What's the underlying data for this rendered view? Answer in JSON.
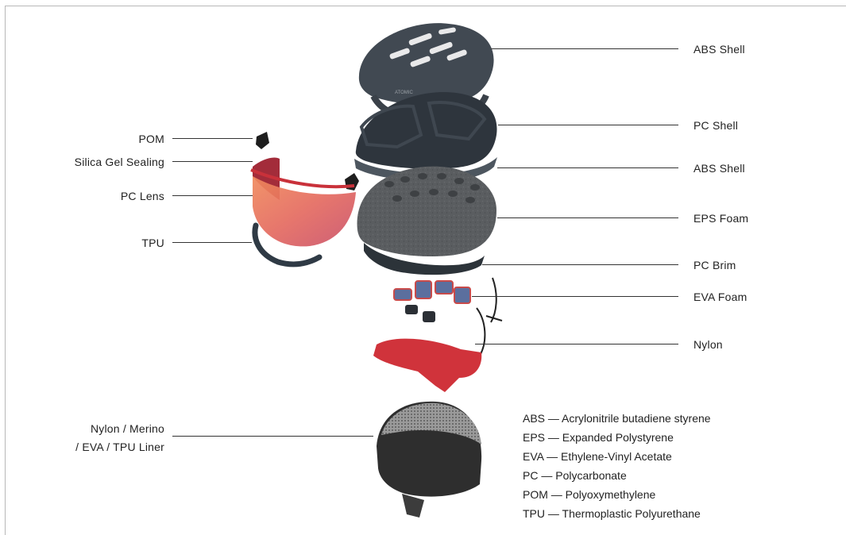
{
  "labels_right": [
    {
      "id": "abs-shell-top",
      "text": "ABS Shell"
    },
    {
      "id": "pc-shell",
      "text": "PC Shell"
    },
    {
      "id": "abs-shell-inner",
      "text": "ABS Shell"
    },
    {
      "id": "eps-foam",
      "text": "EPS Foam"
    },
    {
      "id": "pc-brim",
      "text": "PC Brim"
    },
    {
      "id": "eva-foam",
      "text": "EVA Foam"
    },
    {
      "id": "nylon",
      "text": "Nylon"
    }
  ],
  "labels_left": [
    {
      "id": "pom",
      "text": "POM"
    },
    {
      "id": "silica-gel-sealing",
      "text": "Silica Gel Sealing"
    },
    {
      "id": "pc-lens",
      "text": "PC Lens"
    },
    {
      "id": "tpu",
      "text": "TPU"
    },
    {
      "id": "liner-line1",
      "text": "Nylon / Merino"
    },
    {
      "id": "liner-line2",
      "text": "/ EVA / TPU Liner"
    }
  ],
  "legend": [
    "ABS — Acrylonitrile butadiene styrene",
    "EPS — Expanded Polystyrene",
    "EVA — Ethylene-Vinyl Acetate",
    "PC — Polycarbonate",
    "POM — Polyoxymethylene",
    "TPU — Thermoplastic Polyurethane"
  ],
  "colors": {
    "shell": "#3c434c",
    "pc_shell": "#2c333b",
    "eps": "#55585b",
    "lens_orange": "#e8795a",
    "sealing_red": "#c9313a",
    "nylon_red": "#d0333b",
    "eva_blue": "#5a6f9e",
    "liner_mesh": "#8c8c8c",
    "liner_dark": "#2e2e2e"
  },
  "icons": {
    "shell_logo": "ATOMIC"
  }
}
